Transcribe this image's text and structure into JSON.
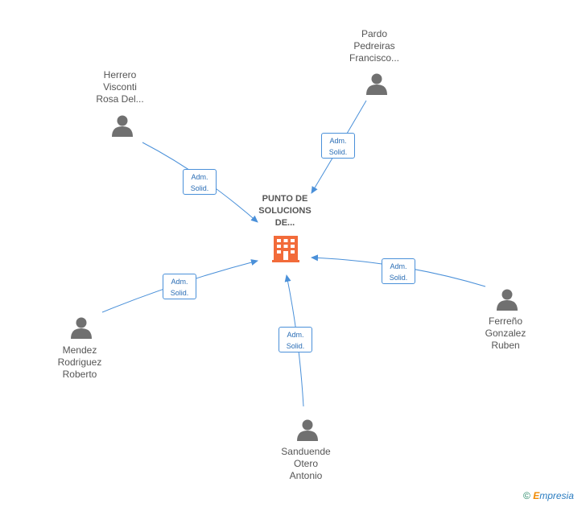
{
  "company": {
    "name_lines": [
      "PUNTO DE",
      "SOLUCIONS",
      "DE..."
    ],
    "icon": "building-icon",
    "icon_color": "#f26b3a"
  },
  "people": [
    {
      "id": "pardo",
      "lines": [
        "Pardo",
        "Pedreiras",
        "Francisco..."
      ],
      "icon": "person-icon",
      "role_lines": [
        "Adm.",
        "Solid."
      ]
    },
    {
      "id": "herrero",
      "lines": [
        "Herrero",
        "Visconti",
        "Rosa Del..."
      ],
      "icon": "person-icon",
      "role_lines": [
        "Adm.",
        "Solid."
      ]
    },
    {
      "id": "mendez",
      "lines": [
        "Mendez",
        "Rodriguez",
        "Roberto"
      ],
      "icon": "person-icon",
      "role_lines": [
        "Adm.",
        "Solid."
      ]
    },
    {
      "id": "sanduende",
      "lines": [
        "Sanduende",
        "Otero",
        "Antonio"
      ],
      "icon": "person-icon",
      "role_lines": [
        "Adm.",
        "Solid."
      ]
    },
    {
      "id": "ferreno",
      "lines": [
        "Ferreño",
        "Gonzalez",
        "Ruben"
      ],
      "icon": "person-icon",
      "role_lines": [
        "Adm.",
        "Solid."
      ]
    }
  ],
  "colors": {
    "edge": "#4a90d9",
    "person": "#707070",
    "text": "#555555"
  },
  "footer": {
    "copyright": "©",
    "brand_first": "E",
    "brand_rest": "mpresia"
  }
}
